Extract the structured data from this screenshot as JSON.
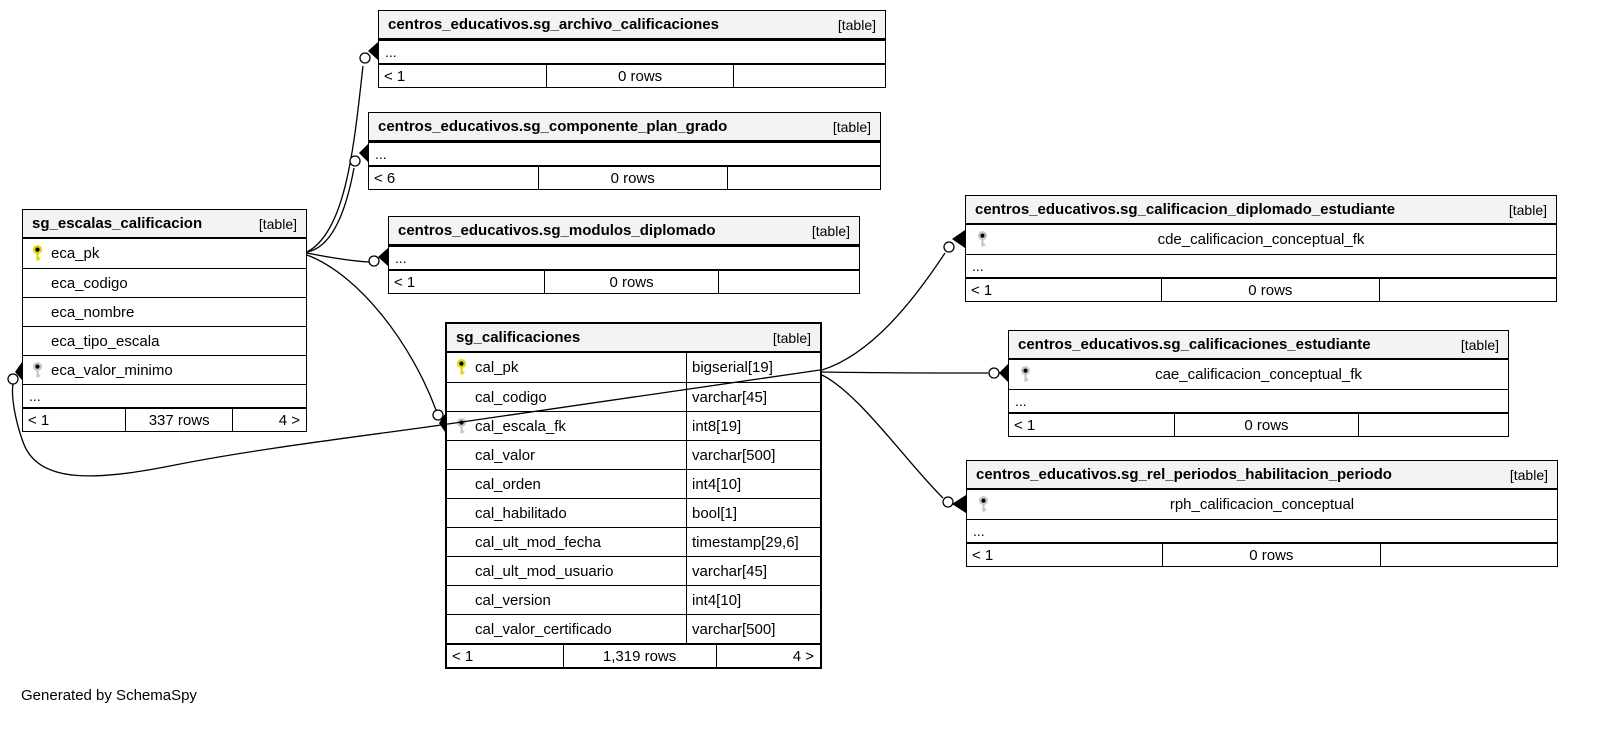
{
  "diagram": {
    "generator_note": "Generated by SchemaSpy",
    "relationships": [
      {
        "from": "sg_escalas_calificacion.eca_pk",
        "to": "centros_educativos.sg_archivo_calificaciones"
      },
      {
        "from": "sg_escalas_calificacion.eca_pk",
        "to": "centros_educativos.sg_componente_plan_grado"
      },
      {
        "from": "sg_escalas_calificacion.eca_pk",
        "to": "centros_educativos.sg_modulos_diplomado"
      },
      {
        "from": "sg_escalas_calificacion.eca_pk",
        "to": "sg_calificaciones.cal_escala_fk"
      },
      {
        "from": "sg_calificaciones.cal_pk",
        "to": "sg_escalas_calificacion.eca_valor_minimo"
      },
      {
        "from": "sg_calificaciones.cal_pk",
        "to": "centros_educativos.sg_calificacion_diplomado_estudiante.cde_calificacion_conceptual_fk"
      },
      {
        "from": "sg_calificaciones.cal_pk",
        "to": "centros_educativos.sg_calificaciones_estudiante.cae_calificacion_conceptual_fk"
      },
      {
        "from": "sg_calificaciones.cal_pk",
        "to": "centros_educativos.sg_rel_periodos_habilitacion_periodo.rph_calificacion_conceptual"
      }
    ]
  },
  "colors": {
    "primary_key": "#dfd700",
    "foreign_key": "#c6c6c6",
    "header_bg": "#f3f3f3",
    "line": "#000000"
  },
  "tables": {
    "archivo": {
      "title": "centros_educativos.sg_archivo_calificaciones",
      "badge": "[table]",
      "ellipsis": "...",
      "footer": {
        "left": "< 1",
        "center": "0 rows",
        "right": ""
      }
    },
    "componente": {
      "title": "centros_educativos.sg_componente_plan_grado",
      "badge": "[table]",
      "ellipsis": "...",
      "footer": {
        "left": "< 6",
        "center": "0 rows",
        "right": ""
      }
    },
    "modulos": {
      "title": "centros_educativos.sg_modulos_diplomado",
      "badge": "[table]",
      "ellipsis": "...",
      "footer": {
        "left": "< 1",
        "center": "0 rows",
        "right": ""
      }
    },
    "escalas": {
      "title": "sg_escalas_calificacion",
      "badge": "[table]",
      "columns": [
        {
          "name": "eca_pk",
          "key": "primary"
        },
        {
          "name": "eca_codigo",
          "key": ""
        },
        {
          "name": "eca_nombre",
          "key": ""
        },
        {
          "name": "eca_tipo_escala",
          "key": ""
        },
        {
          "name": "eca_valor_minimo",
          "key": "foreign"
        }
      ],
      "ellipsis": "...",
      "footer": {
        "left": "< 1",
        "center": "337 rows",
        "right": "4 >"
      }
    },
    "calificaciones": {
      "title": "sg_calificaciones",
      "badge": "[table]",
      "columns": [
        {
          "name": "cal_pk",
          "type": "bigserial[19]",
          "key": "primary"
        },
        {
          "name": "cal_codigo",
          "type": "varchar[45]",
          "key": ""
        },
        {
          "name": "cal_escala_fk",
          "type": "int8[19]",
          "key": "foreign"
        },
        {
          "name": "cal_valor",
          "type": "varchar[500]",
          "key": ""
        },
        {
          "name": "cal_orden",
          "type": "int4[10]",
          "key": ""
        },
        {
          "name": "cal_habilitado",
          "type": "bool[1]",
          "key": ""
        },
        {
          "name": "cal_ult_mod_fecha",
          "type": "timestamp[29,6]",
          "key": ""
        },
        {
          "name": "cal_ult_mod_usuario",
          "type": "varchar[45]",
          "key": ""
        },
        {
          "name": "cal_version",
          "type": "int4[10]",
          "key": ""
        },
        {
          "name": "cal_valor_certificado",
          "type": "varchar[500]",
          "key": ""
        }
      ],
      "footer": {
        "left": "< 1",
        "center": "1,319 rows",
        "right": "4 >"
      }
    },
    "diplomado": {
      "title": "centros_educativos.sg_calificacion_diplomado_estudiante",
      "badge": "[table]",
      "columns": [
        {
          "name": "cde_calificacion_conceptual_fk",
          "key": "foreign"
        }
      ],
      "ellipsis": "...",
      "footer": {
        "left": "< 1",
        "center": "0 rows",
        "right": ""
      }
    },
    "estudiante": {
      "title": "centros_educativos.sg_calificaciones_estudiante",
      "badge": "[table]",
      "columns": [
        {
          "name": "cae_calificacion_conceptual_fk",
          "key": "foreign"
        }
      ],
      "ellipsis": "...",
      "footer": {
        "left": "< 1",
        "center": "0 rows",
        "right": ""
      }
    },
    "rel_periodos": {
      "title": "centros_educativos.sg_rel_periodos_habilitacion_periodo",
      "badge": "[table]",
      "columns": [
        {
          "name": "rph_calificacion_conceptual",
          "key": "foreign"
        }
      ],
      "ellipsis": "...",
      "footer": {
        "left": "< 1",
        "center": "0 rows",
        "right": ""
      }
    }
  }
}
